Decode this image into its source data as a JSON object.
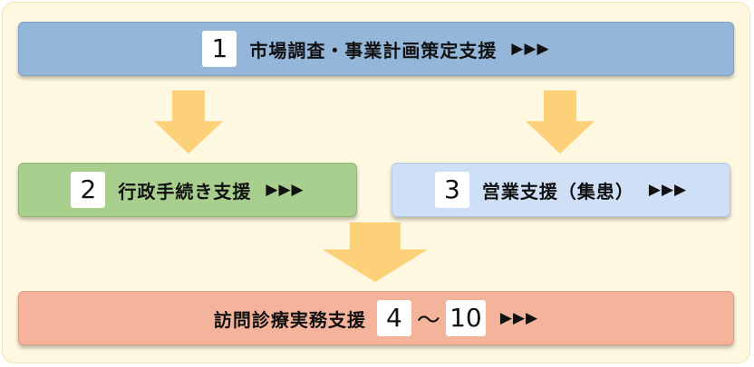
{
  "steps": {
    "step1": {
      "number": "1",
      "label": "市場調査・事業計画策定支援",
      "more": "▶▶▶"
    },
    "step2": {
      "number": "2",
      "label": "行政手続き支援",
      "more": "▶▶▶"
    },
    "step3": {
      "number": "3",
      "label": "営業支援（集患）",
      "more": "▶▶▶"
    },
    "step4": {
      "label": "訪問診療実務支援",
      "range_start": "4",
      "range_sep": "〜",
      "range_end": "10",
      "more": "▶▶▶"
    }
  },
  "colors": {
    "panel_bg": "#fff8e0",
    "step1": "#94b6d9",
    "step2": "#a8cf8e",
    "step3": "#cfe0f6",
    "step4": "#f4b39b",
    "arrow": "#fdd17a"
  },
  "icons": {
    "flow_arrow": "down-arrow-icon"
  }
}
